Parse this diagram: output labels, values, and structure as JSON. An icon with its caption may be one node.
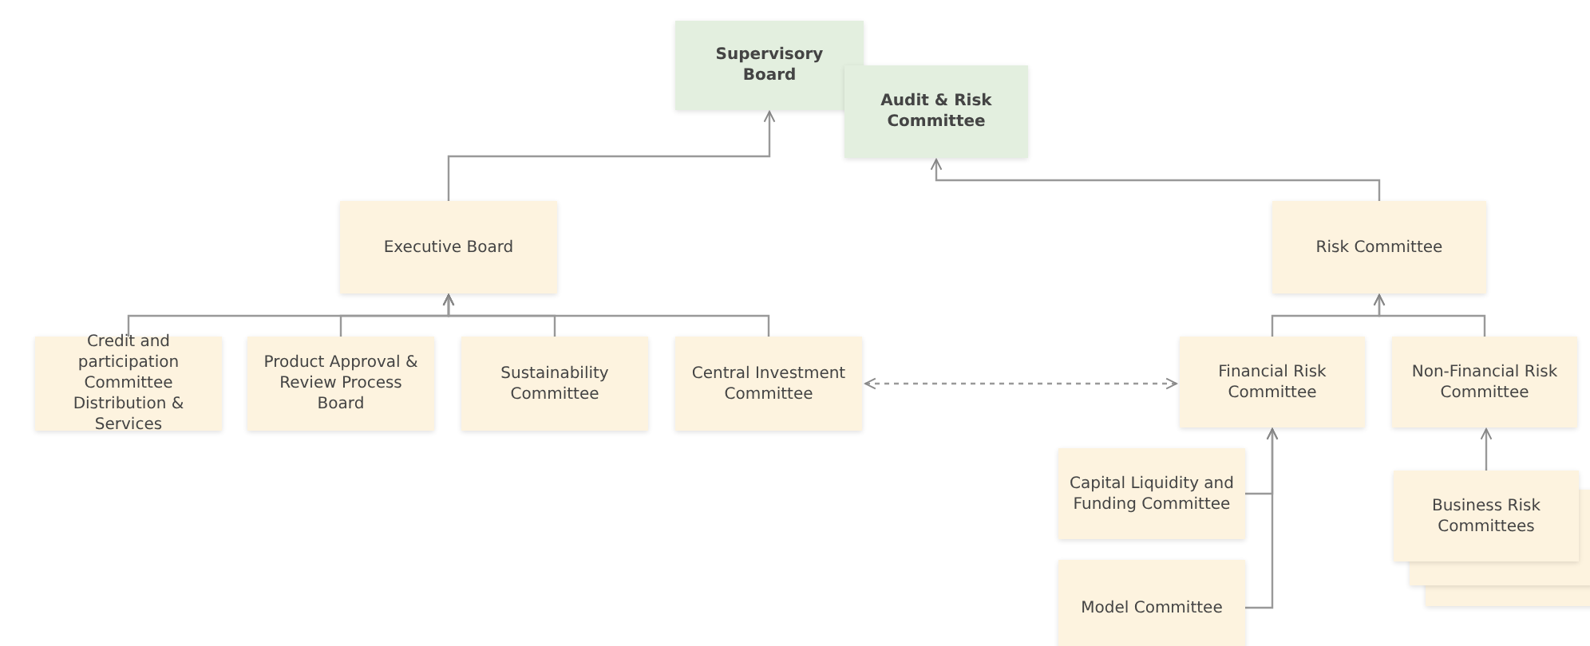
{
  "diagram": {
    "nodes": [
      {
        "text": [
          "Supervisory Board"
        ]
      },
      {
        "text": [
          "Audit & Risk Committee"
        ]
      },
      {
        "text": [
          "Executive Board"
        ]
      },
      {
        "text": [
          "Risk Committee"
        ]
      },
      {
        "text": [
          "Credit and participation Committee Distribution & Services"
        ]
      },
      {
        "text": [
          "Product Approval & Review Process Board"
        ]
      },
      {
        "text": [
          "Sustainability Committee"
        ]
      },
      {
        "text": [
          "Central Investment Committee"
        ]
      },
      {
        "text": [
          "Financial Risk Committee"
        ]
      },
      {
        "text": [
          "Non-Financial Risk Committee"
        ]
      },
      {
        "text": [
          "Capital Liquidity and Funding Committee"
        ]
      },
      {
        "text": [
          "Model Committee"
        ]
      },
      {
        "text": [
          "Business Risk Committees"
        ]
      }
    ],
    "edges": [
      {
        "from": 2,
        "to": 0,
        "arrow": "to"
      },
      {
        "from": 3,
        "to": 1,
        "arrow": "to"
      },
      {
        "from": 4,
        "to": 2,
        "arrow": "to"
      },
      {
        "from": 5,
        "to": 2,
        "arrow": "to"
      },
      {
        "from": 6,
        "to": 2,
        "arrow": "to"
      },
      {
        "from": 7,
        "to": 2,
        "arrow": "to"
      },
      {
        "from": 8,
        "to": 3,
        "arrow": "to"
      },
      {
        "from": 9,
        "to": 3,
        "arrow": "to"
      },
      {
        "from": 7,
        "to": 8,
        "arrow": "both",
        "style": "dashed"
      },
      {
        "from": 10,
        "to": 8,
        "arrow": "to"
      },
      {
        "from": 11,
        "to": 8,
        "arrow": "to"
      },
      {
        "from": 12,
        "to": 9,
        "arrow": "to"
      }
    ]
  }
}
